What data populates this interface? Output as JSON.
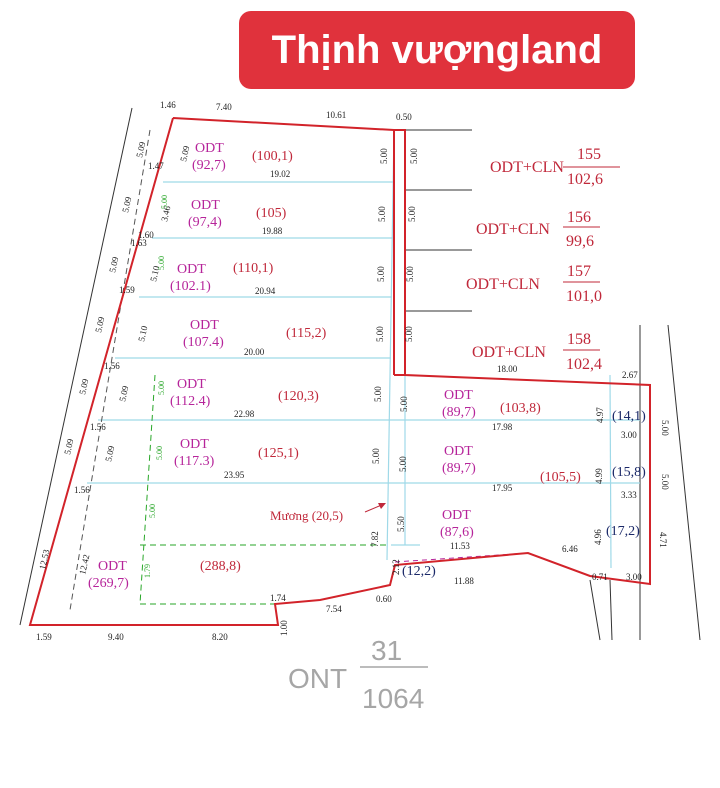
{
  "banner": {
    "title": "Thịnh vượngland",
    "color": "#e0323c"
  },
  "colors": {
    "boundary": "#d2232a",
    "lot_lines": "#9fd9e8",
    "odt_text": "#b6249a",
    "area_text": "#c0283a",
    "navy_text": "#1a2868",
    "green_dash": "#27a627"
  },
  "map": {
    "left_lots": [
      {
        "name": "ODT",
        "area": "(92,7)",
        "lot_area": "(100,1)",
        "length": "19.02"
      },
      {
        "name": "ODT",
        "area": "(97,4)",
        "lot_area": "(105)",
        "length": "19.88"
      },
      {
        "name": "ODT",
        "area": "(102.1)",
        "lot_area": "(110,1)",
        "length": "20.94"
      },
      {
        "name": "ODT",
        "area": "(107.4)",
        "lot_area": "(115,2)",
        "length": "20.00"
      },
      {
        "name": "ODT",
        "area": "(112.4)",
        "lot_area": "(120,3)",
        "length": "22.98"
      },
      {
        "name": "ODT",
        "area": "(117.3)",
        "lot_area": "(125,1)",
        "length": "23.95"
      }
    ],
    "bottom_lot": {
      "name": "ODT",
      "area": "(269,7)",
      "lot_area": "(288,8)"
    },
    "right_lots": [
      {
        "name": "ODT",
        "area": "(89,7)",
        "lot_area": "(103,8)",
        "length": "17.98",
        "corner": "(14,1)"
      },
      {
        "name": "ODT",
        "area": "(89,7)",
        "lot_area": "(105,5)",
        "length": "17.95",
        "corner": "(15,8)"
      },
      {
        "name": "ODT",
        "area": "(87,6)",
        "length": "11.53",
        "corner": "(17,2)"
      }
    ],
    "small_lot": "(12,2)",
    "canal": "Mương (20,5)",
    "neighbors": [
      {
        "label": "ODT+CLN",
        "number": "155",
        "area": "102,6"
      },
      {
        "label": "ODT+CLN",
        "number": "156",
        "area": "99,6"
      },
      {
        "label": "ODT+CLN",
        "number": "157",
        "area": "101,0"
      },
      {
        "label": "ODT+CLN",
        "number": "158",
        "area": "102,4"
      }
    ],
    "ont": {
      "label": "ONT",
      "number": "31",
      "area": "1064"
    },
    "dimensions": {
      "top": [
        "1.46",
        "7.40",
        "10.61",
        "0.50"
      ],
      "left_edge": [
        "5.09",
        "5.09",
        "5.09",
        "5.09",
        "5.09",
        "5.09",
        "12.53"
      ],
      "inner_left": [
        "5.09",
        "3.46",
        "5.10",
        "5.10",
        "5.09",
        "5.09",
        "12.42"
      ],
      "offsets": [
        "1.47",
        "1.60",
        "1.63",
        "1.59",
        "1.56",
        "1.56",
        "1.56"
      ],
      "center": [
        "5.00",
        "5.00",
        "5.00",
        "5.00",
        "5.00",
        "5.00",
        "7.82",
        "2.12"
      ],
      "center_right": [
        "5.00",
        "5.00",
        "5.00",
        "5.00",
        "5.00",
        "5.00",
        "5.50"
      ],
      "top_right": [
        "18.00",
        "2.67"
      ],
      "right_inner": [
        "4.97",
        "4.99",
        "4.96"
      ],
      "right_width": [
        "3.00",
        "3.33"
      ],
      "right_edge": [
        "5.00",
        "5.00",
        "4.71"
      ],
      "bottom": [
        "1.59",
        "9.40",
        "8.20",
        "1.00",
        "7.54",
        "0.60",
        "11.88",
        "0.71",
        "3.00",
        "1.74",
        "6.46"
      ],
      "green": [
        "5.00",
        "5.00",
        "5.00",
        "5.00",
        "5.00",
        "1.79"
      ]
    }
  }
}
